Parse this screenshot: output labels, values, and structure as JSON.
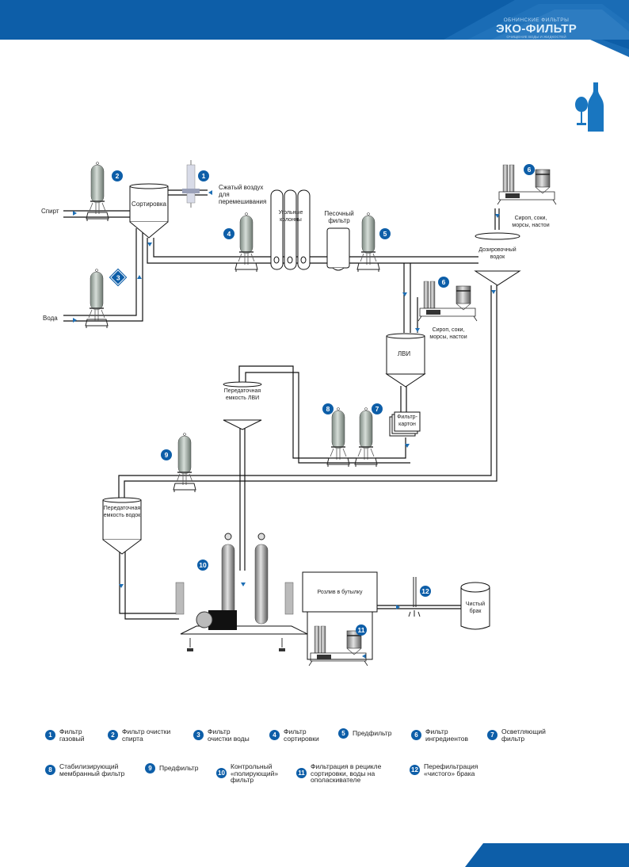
{
  "brand": {
    "line1": "ОБНИНСКИЕ ФИЛЬТРЫ",
    "line2": "ЭКО-ФИЛЬТР",
    "line3": "ОЧИЩЕНИЕ ВОДЫ И ЖИДКОСТЕЙ",
    "primary_color": "#0d5ea8"
  },
  "category_icon": "wine-bottle-glass-icon",
  "diagram": {
    "inputs": {
      "spirit": "Спирт",
      "water": "Вода",
      "compressed_air": "Сжатый воздух для перемешивания"
    },
    "vessels": {
      "blending": "Сортировка",
      "carbon_columns": "Угольные колонны",
      "sand_filter": "Песочный фильтр",
      "syrups_top": "Сироп, соки, морсы, настои",
      "dosing": "Дозировочный водок",
      "syrups_mid": "Сироп, соки, морсы, настои",
      "lvi": "ЛВИ",
      "transfer_lvi": "Передаточная емкость ЛВИ",
      "filter_carton": "Фильтр-картон",
      "transfer_vodka": "Передаточная емкость водок",
      "bottling": "Розлив в бутылку",
      "clean_reject": "Чистый брак"
    },
    "markers": [
      "1",
      "2",
      "3",
      "4",
      "5",
      "6",
      "6",
      "7",
      "8",
      "9",
      "10",
      "11",
      "12"
    ]
  },
  "legend": [
    {
      "num": "1",
      "text": "Фильтр\nгазовый"
    },
    {
      "num": "2",
      "text": "Фильтр очистки\nспирта"
    },
    {
      "num": "3",
      "text": "Фильтр\nочистки воды"
    },
    {
      "num": "4",
      "text": "Фильтр\nсортировки"
    },
    {
      "num": "5",
      "text": "Предфильтр"
    },
    {
      "num": "6",
      "text": "Фильтр\nингредиентов"
    },
    {
      "num": "7",
      "text": "Осветляющий\nфильтр"
    },
    {
      "num": "8",
      "text": "Стабилизирующий\nмембранный фильтр"
    },
    {
      "num": "9",
      "text": "Предфильтр"
    },
    {
      "num": "10",
      "text": "Контрольный\n«полирующий»\nфильтр"
    },
    {
      "num": "11",
      "text": "Фильтрация в рецикле\nсортировки, воды на\nополаскивателе"
    },
    {
      "num": "12",
      "text": "Перефильтрация\n«чистого» брака"
    }
  ]
}
